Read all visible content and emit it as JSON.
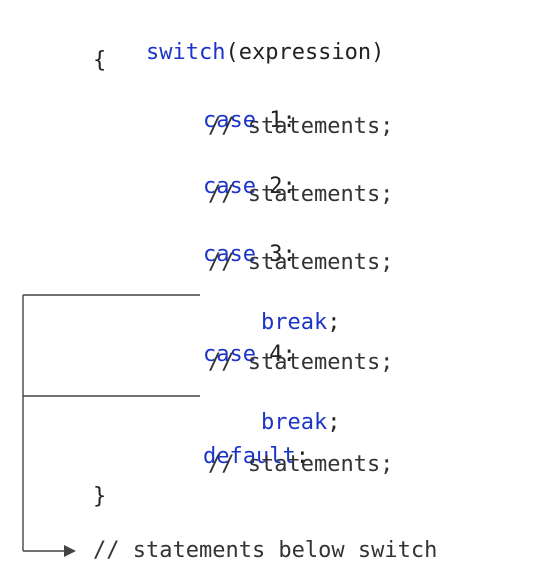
{
  "code": {
    "switch_keyword": "switch",
    "switch_args": "(expression)",
    "open_brace": "{",
    "case_keyword": "case",
    "case1_label": " 1:",
    "case2_label": " 2:",
    "case3_label": " 3:",
    "case4_label": " 4:",
    "statement_comment": "// statements;",
    "break_keyword": "break",
    "semicolon": ";",
    "default_keyword": "default",
    "default_colon": ":",
    "close_brace": "}",
    "after_switch_comment": "// statements below switch"
  },
  "colors": {
    "keyword": "#1c35c8",
    "text": "#222222",
    "arrow": "#444444"
  }
}
